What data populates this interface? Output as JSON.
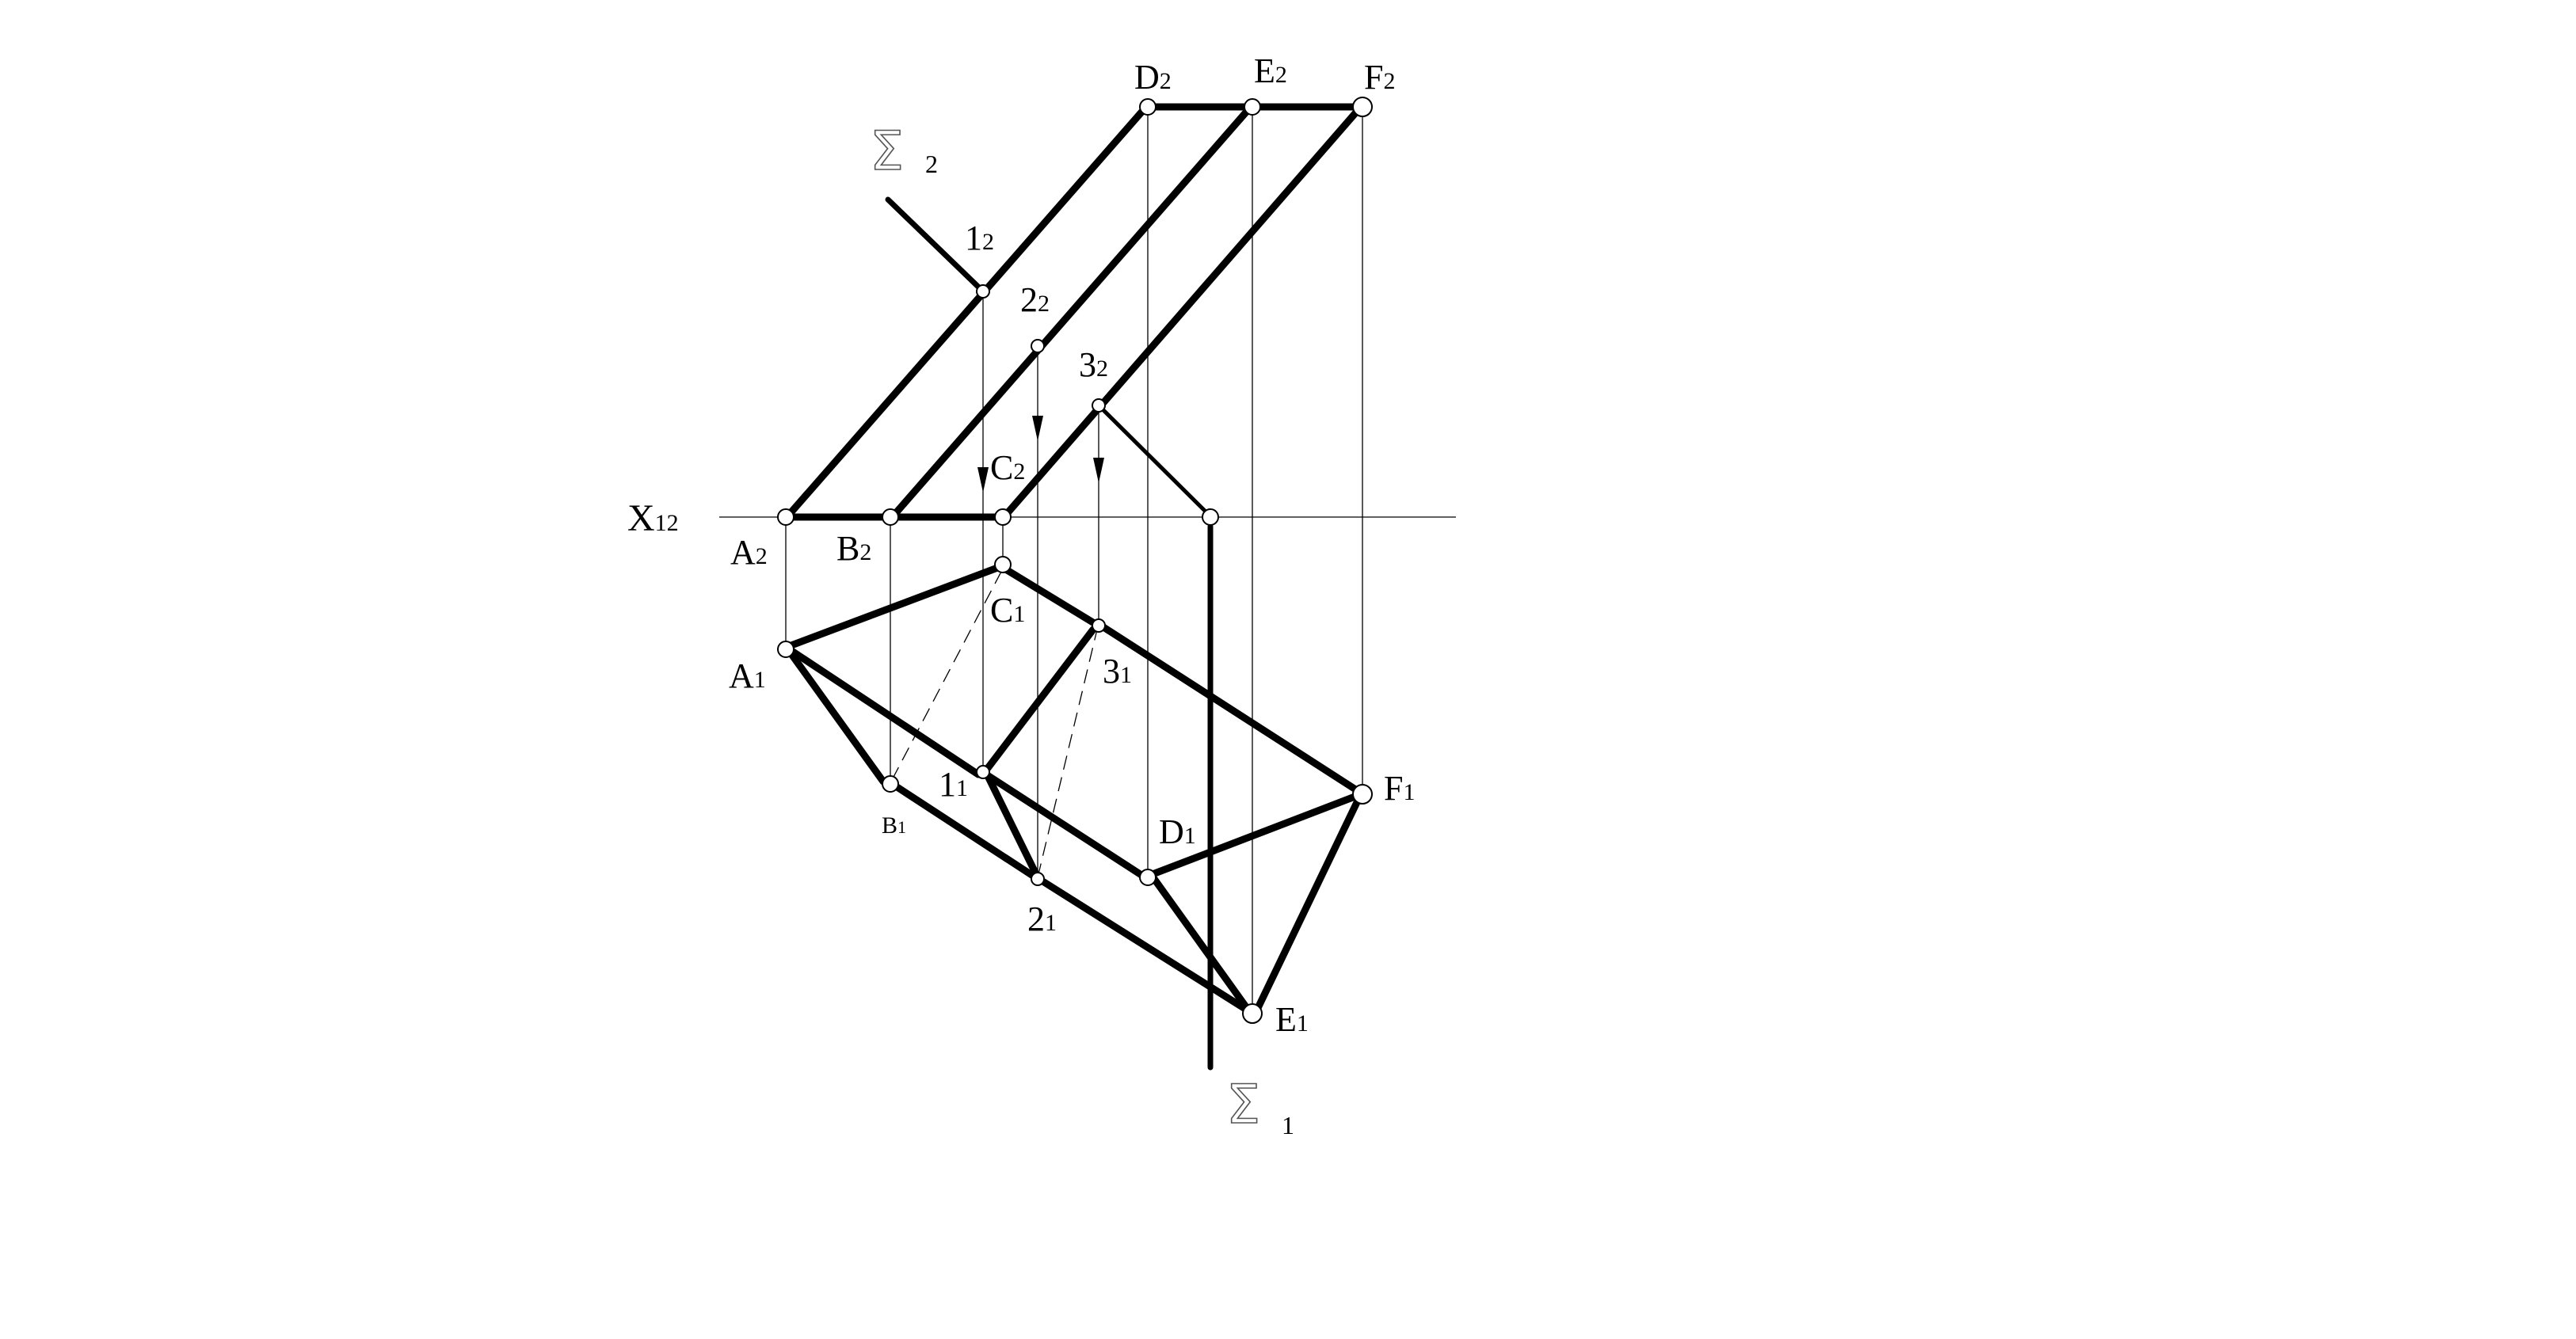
{
  "labels": {
    "axis": "X",
    "axis_sub": "12",
    "sigma_symbol": "Σ",
    "sigma_front_sub": "2",
    "sigma_top_sub": "1",
    "A2": "A",
    "A2_sub": "2",
    "B2": "B",
    "B2_sub": "2",
    "C2": "C",
    "C2_sub": "2",
    "D2": "D",
    "D2_sub": "2",
    "E2": "E",
    "E2_sub": "2",
    "F2": "F",
    "F2_sub": "2",
    "P12": "1",
    "P12_sub": "2",
    "P22": "2",
    "P22_sub": "2",
    "P32": "3",
    "P32_sub": "2",
    "A1": "A",
    "A1_sub": "1",
    "B1": "B",
    "B1_sub": "1",
    "C1": "C",
    "C1_sub": "1",
    "D1": "D",
    "D1_sub": "1",
    "E1": "E",
    "E1_sub": "1",
    "F1": "F",
    "F1_sub": "1",
    "P11": "1",
    "P11_sub": "1",
    "P21": "2",
    "P21_sub": "1",
    "P31": "3",
    "P31_sub": "1"
  }
}
